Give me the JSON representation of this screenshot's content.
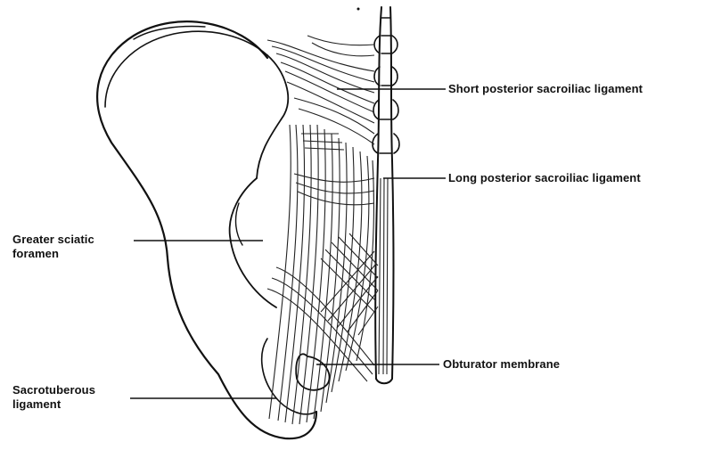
{
  "figure": {
    "labels": {
      "short_posterior": "Short posterior sacroiliac ligament",
      "long_posterior": "Long posterior sacroiliac ligament",
      "greater_sciatic_line1": "Greater sciatic",
      "greater_sciatic_line2": "foramen",
      "obturator": "Obturator membrane",
      "sacrotuberous_line1": "Sacrotuberous",
      "sacrotuberous_line2": "ligament"
    }
  }
}
